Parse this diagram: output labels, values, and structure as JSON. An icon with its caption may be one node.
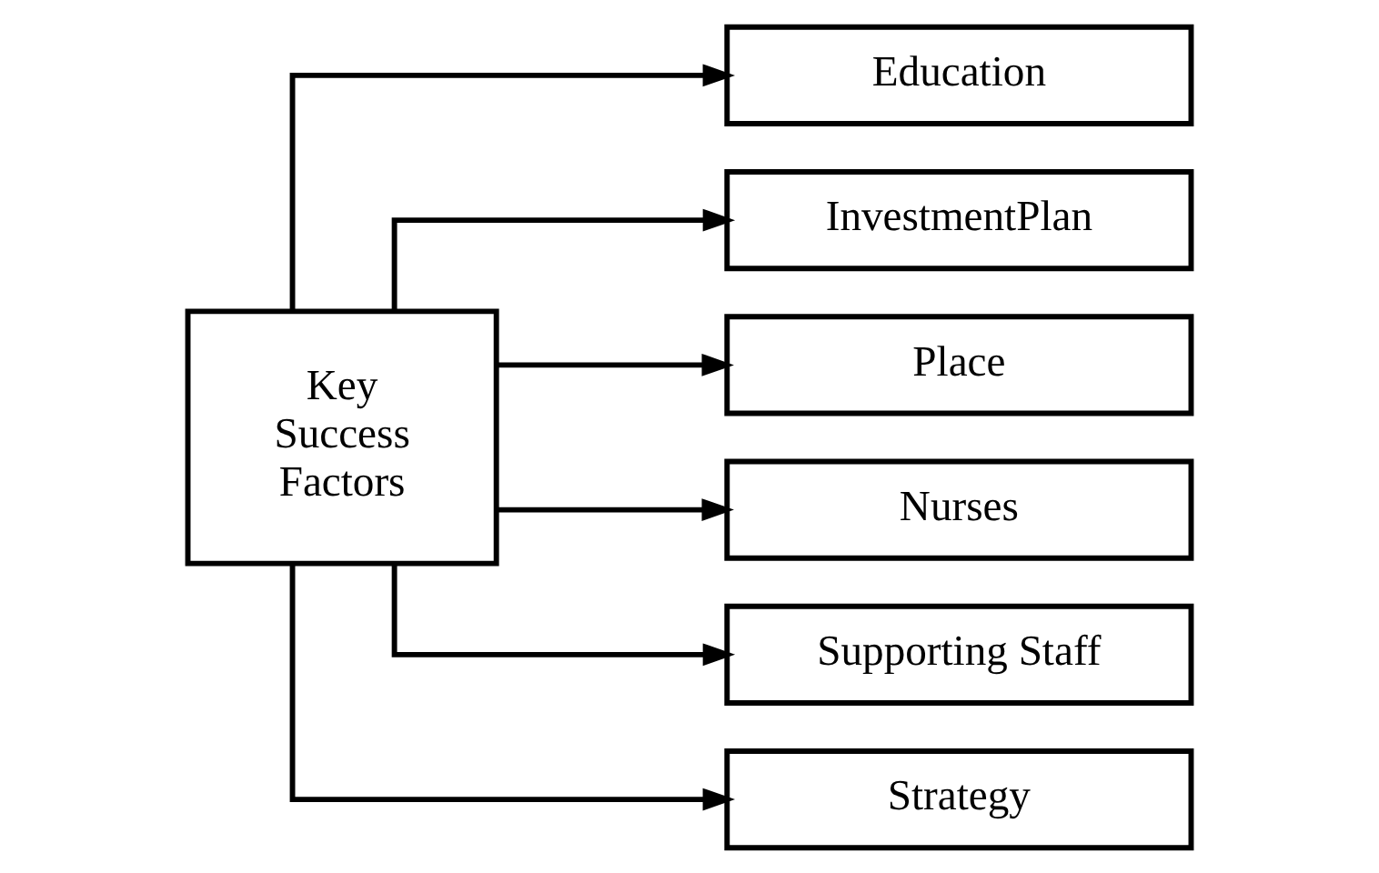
{
  "diagram": {
    "nodes": [
      {
        "text": [
          "Key Success Factors"
        ]
      },
      {
        "text": [
          "Education"
        ]
      },
      {
        "text": [
          "InvestmentPlan"
        ]
      },
      {
        "text": [
          "Place"
        ]
      },
      {
        "text": [
          "Nurses"
        ]
      },
      {
        "text": [
          "Supporting Staff"
        ]
      },
      {
        "text": [
          "Strategy"
        ]
      }
    ],
    "edges": [
      {
        "from": 0,
        "to": 1,
        "arrow": "to"
      },
      {
        "from": 0,
        "to": 2,
        "arrow": "to"
      },
      {
        "from": 0,
        "to": 3,
        "arrow": "to"
      },
      {
        "from": 0,
        "to": 4,
        "arrow": "to"
      },
      {
        "from": 0,
        "to": 5,
        "arrow": "to"
      },
      {
        "from": 0,
        "to": 6,
        "arrow": "to"
      }
    ]
  }
}
